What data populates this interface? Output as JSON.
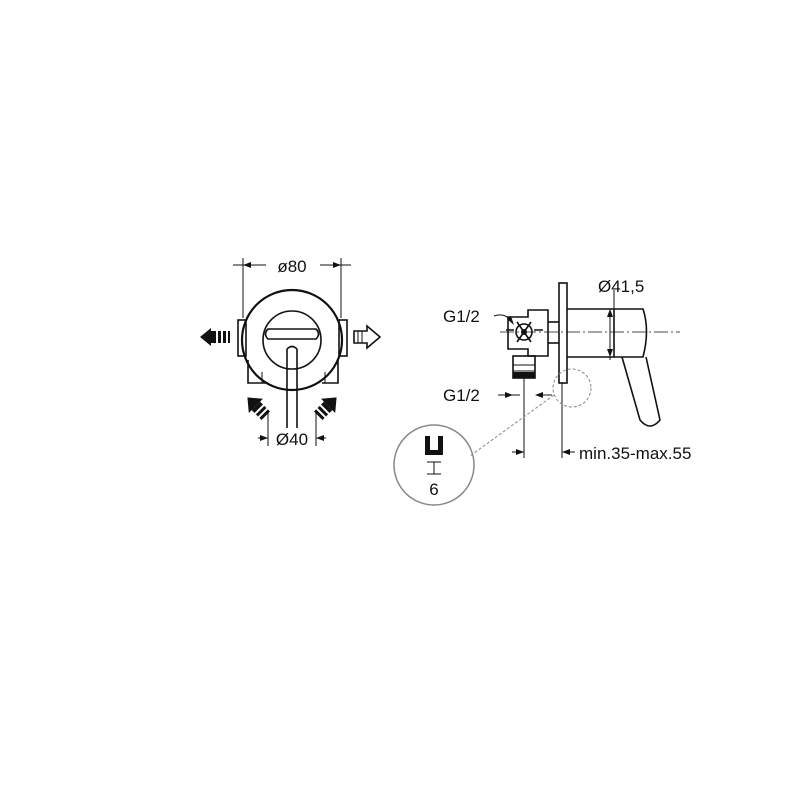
{
  "front_view": {
    "outer_diameter_label": "ø80",
    "handle_diameter_label": "Ø40"
  },
  "side_view": {
    "rosette_diameter_label": "Ø41,5",
    "inlet_top_label": "G1/2",
    "inlet_bottom_label": "G1/2",
    "depth_range_label": "min.35-max.55"
  },
  "detail": {
    "hex_label": "6"
  },
  "colors": {
    "line": "#111111",
    "detail_outline": "#888888"
  }
}
